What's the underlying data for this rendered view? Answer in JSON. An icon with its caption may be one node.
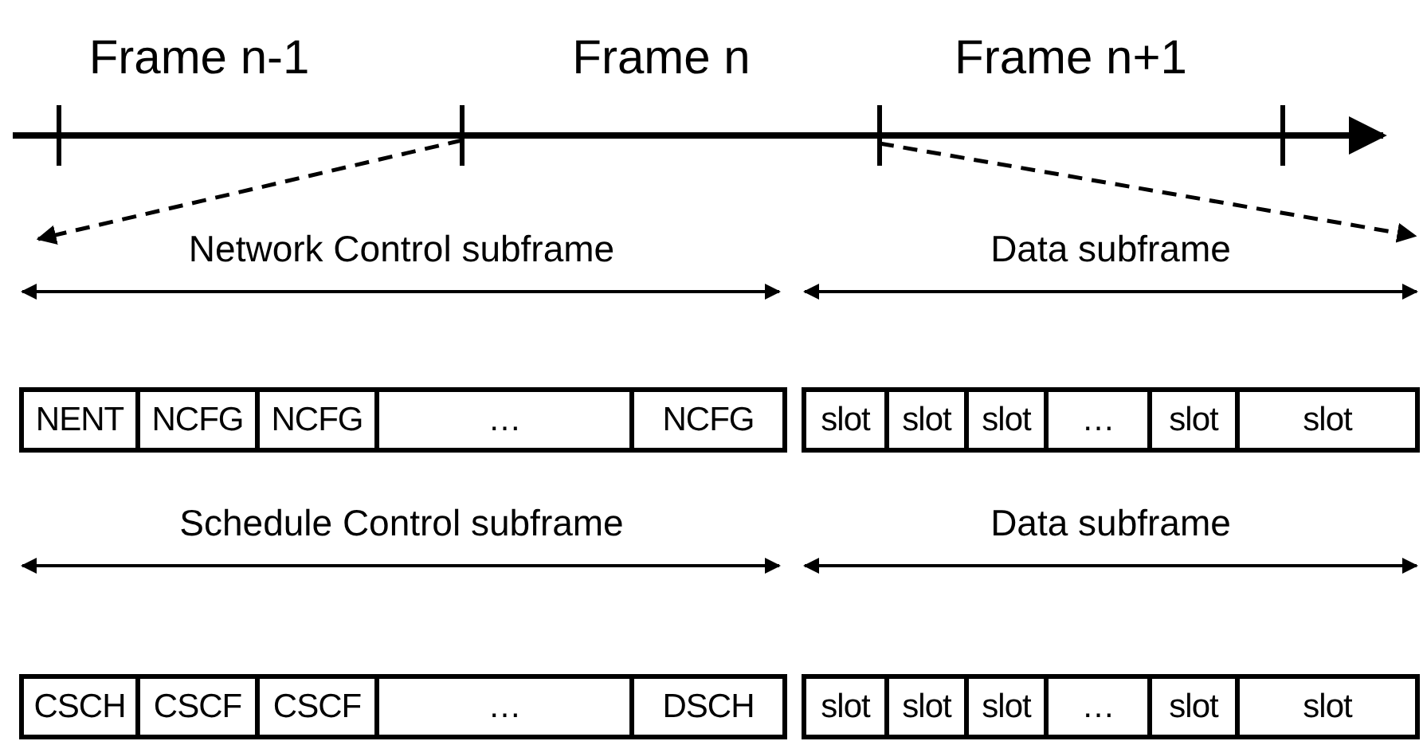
{
  "diagram": {
    "nodes": [
      {
        "text": [
          "NENT"
        ]
      },
      {
        "text": [
          "NCFG"
        ]
      },
      {
        "text": [
          "NCFG"
        ]
      },
      {
        "text": [
          "…"
        ]
      },
      {
        "text": [
          "NCFG"
        ]
      },
      {
        "text": [
          "slot"
        ]
      },
      {
        "text": [
          "slot"
        ]
      },
      {
        "text": [
          "slot"
        ]
      },
      {
        "text": [
          "…"
        ]
      },
      {
        "text": [
          "slot"
        ]
      },
      {
        "text": [
          "slot"
        ]
      },
      {
        "text": [
          "CSCH"
        ]
      },
      {
        "text": [
          "CSCF"
        ]
      },
      {
        "text": [
          "CSCF"
        ]
      },
      {
        "text": [
          "…"
        ]
      },
      {
        "text": [
          "DSCH"
        ]
      },
      {
        "text": [
          "slot"
        ]
      },
      {
        "text": [
          "slot"
        ]
      },
      {
        "text": [
          "slot"
        ]
      },
      {
        "text": [
          "…"
        ]
      },
      {
        "text": [
          "slot"
        ]
      },
      {
        "text": [
          "slot"
        ]
      }
    ],
    "labels": [
      "Frame n-1",
      "Frame n",
      "Frame n+1",
      "Network Control subframe",
      "Data subframe",
      "Schedule Control subframe",
      "Data subframe"
    ]
  }
}
